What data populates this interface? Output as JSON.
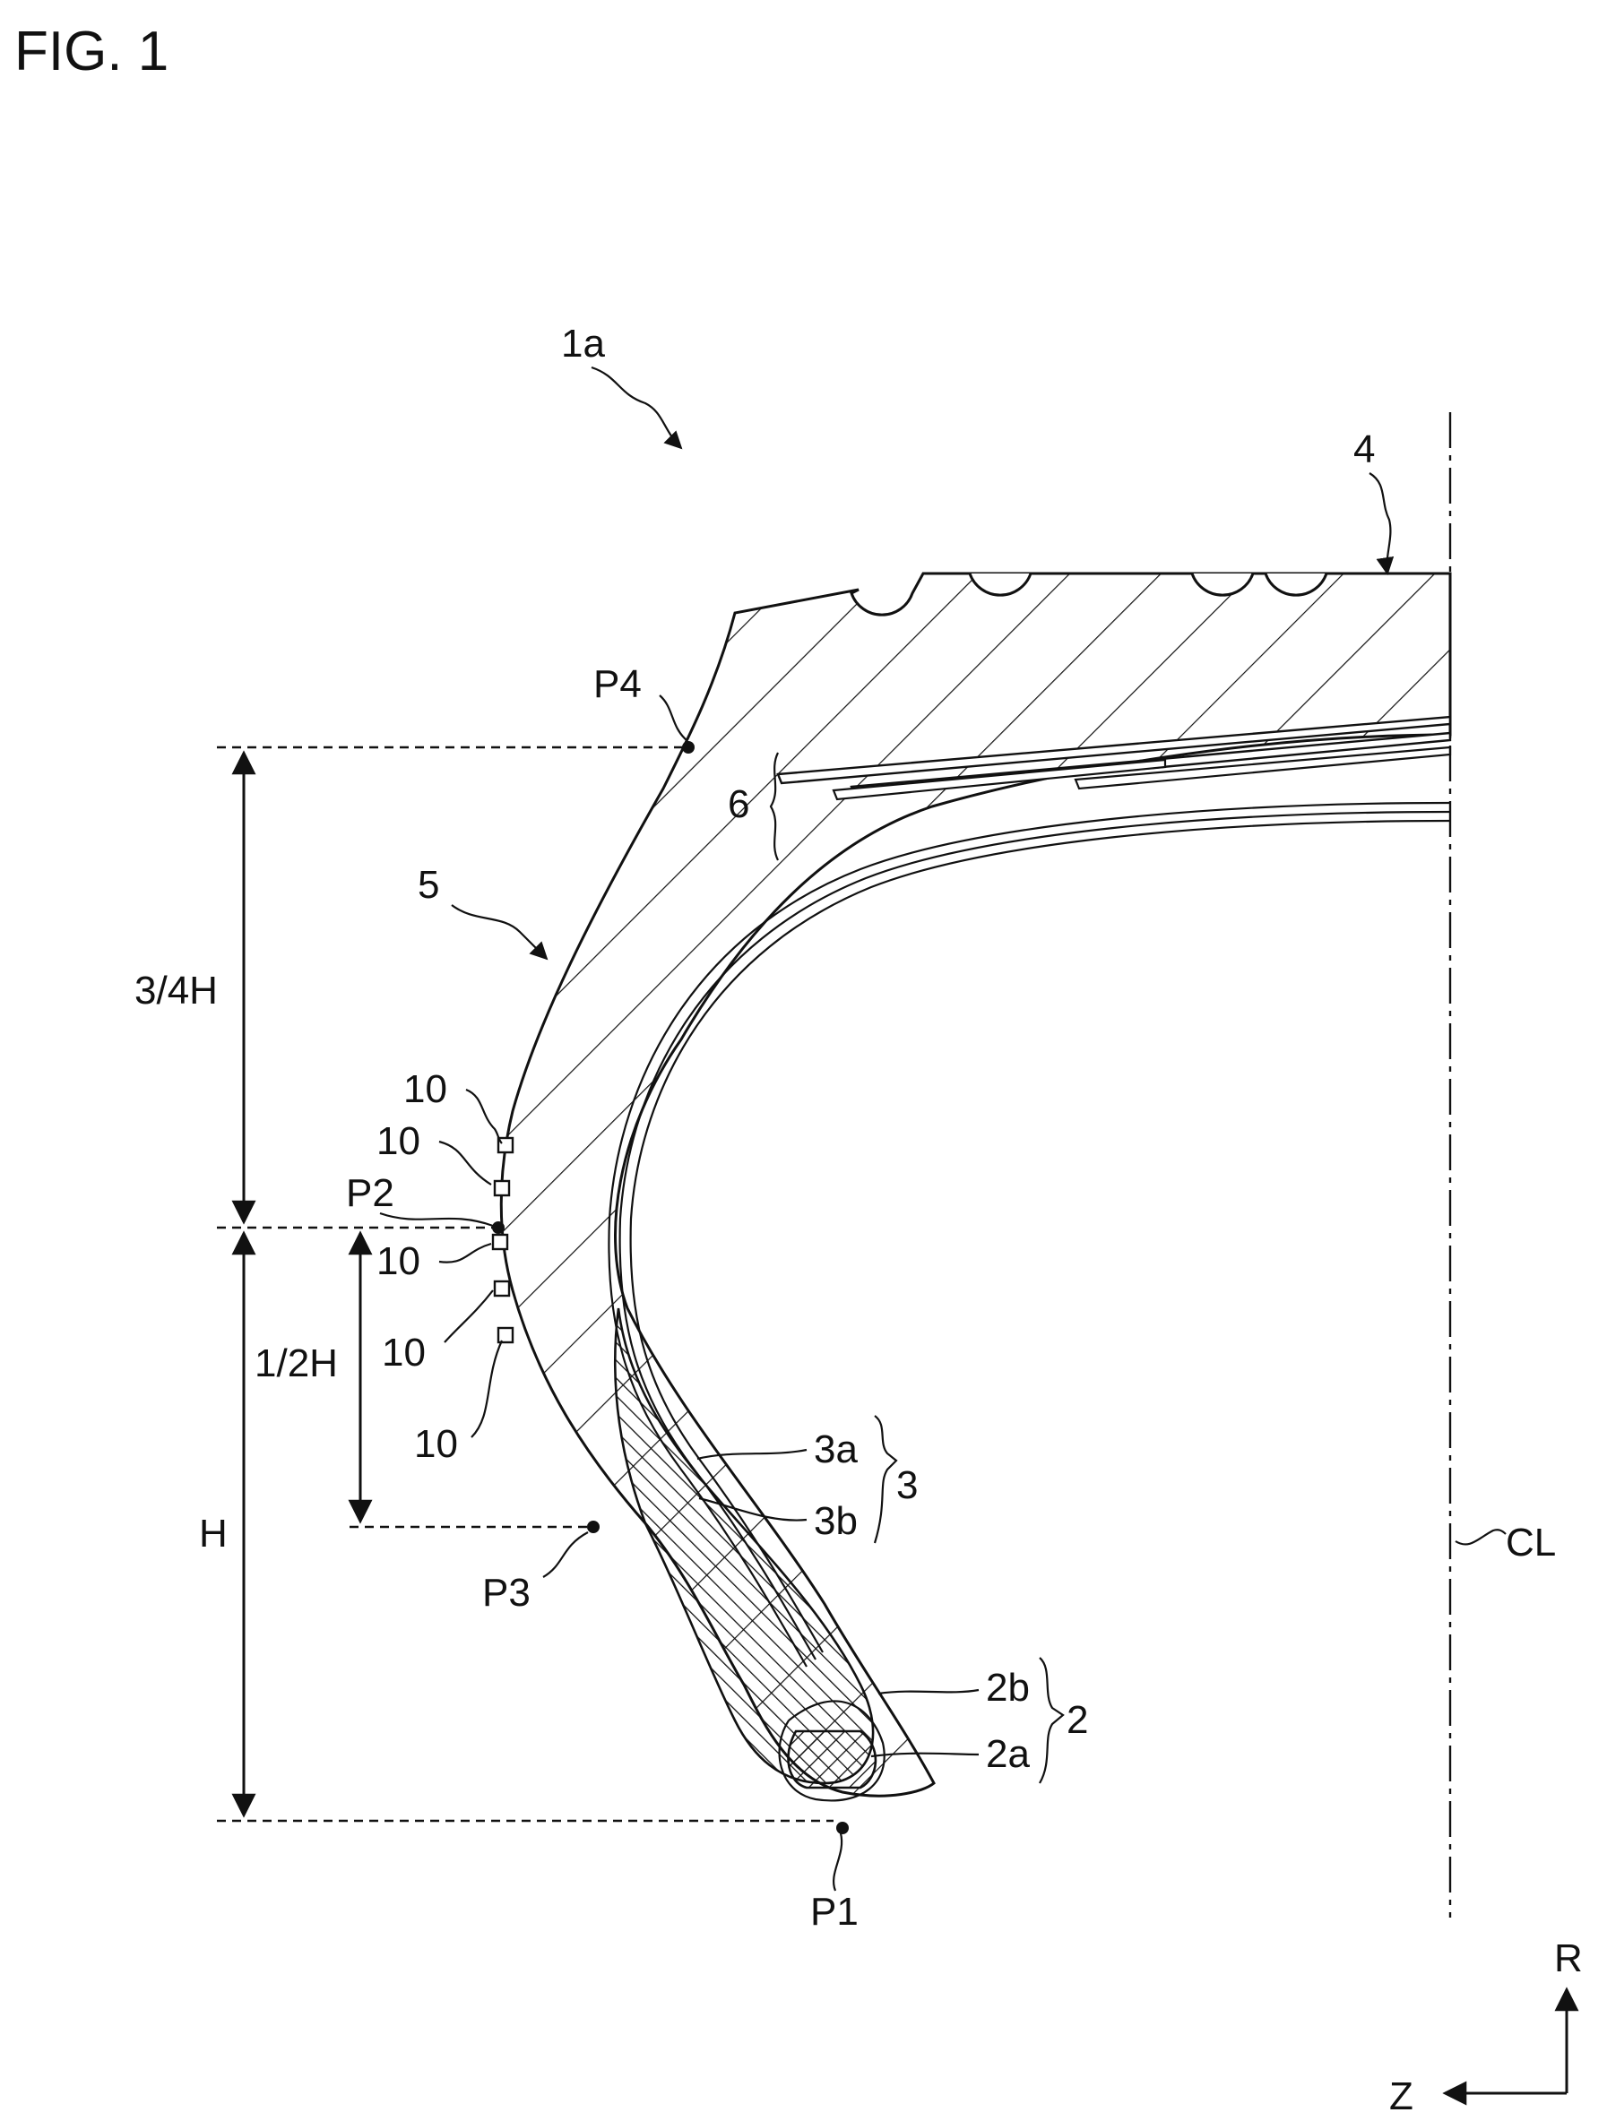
{
  "figure": {
    "title": "FIG. 1"
  },
  "labels": {
    "tire": "1a",
    "tread": "4",
    "belt": "6",
    "sidewall": "5",
    "three_quarter_h": "3/4H",
    "half_h": "1/2H",
    "h": "H",
    "p1": "P1",
    "p2": "P2",
    "p3": "P3",
    "p4": "P4",
    "protrusion": "10",
    "carcass_inner": "3a",
    "carcass_outer": "3b",
    "carcass": "3",
    "bead_filler": "2b",
    "bead_core": "2a",
    "bead": "2",
    "center_line": "CL",
    "radial_axis": "R",
    "axial_axis": "Z"
  }
}
